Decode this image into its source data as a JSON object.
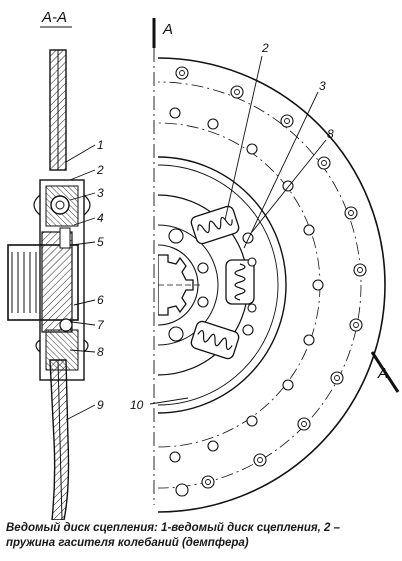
{
  "section": {
    "title": "А-А",
    "marker_top": "А",
    "marker_bottom": "А"
  },
  "callouts": [
    "1",
    "2",
    "3",
    "4",
    "5",
    "6",
    "7",
    "8",
    "9",
    "10"
  ],
  "front_callouts": [
    "2",
    "3",
    "8",
    "10"
  ],
  "caption": {
    "line1": "Ведомый диск сцепления: 1-ведомый диск сцепления, 2 –",
    "line2": "пружина гасителя колебаний (демпфера)"
  },
  "icons": [
    "clutch-disc-section-drawing",
    "clutch-disc-front-drawing",
    "damper-spring-icon",
    "rivet-icon"
  ]
}
